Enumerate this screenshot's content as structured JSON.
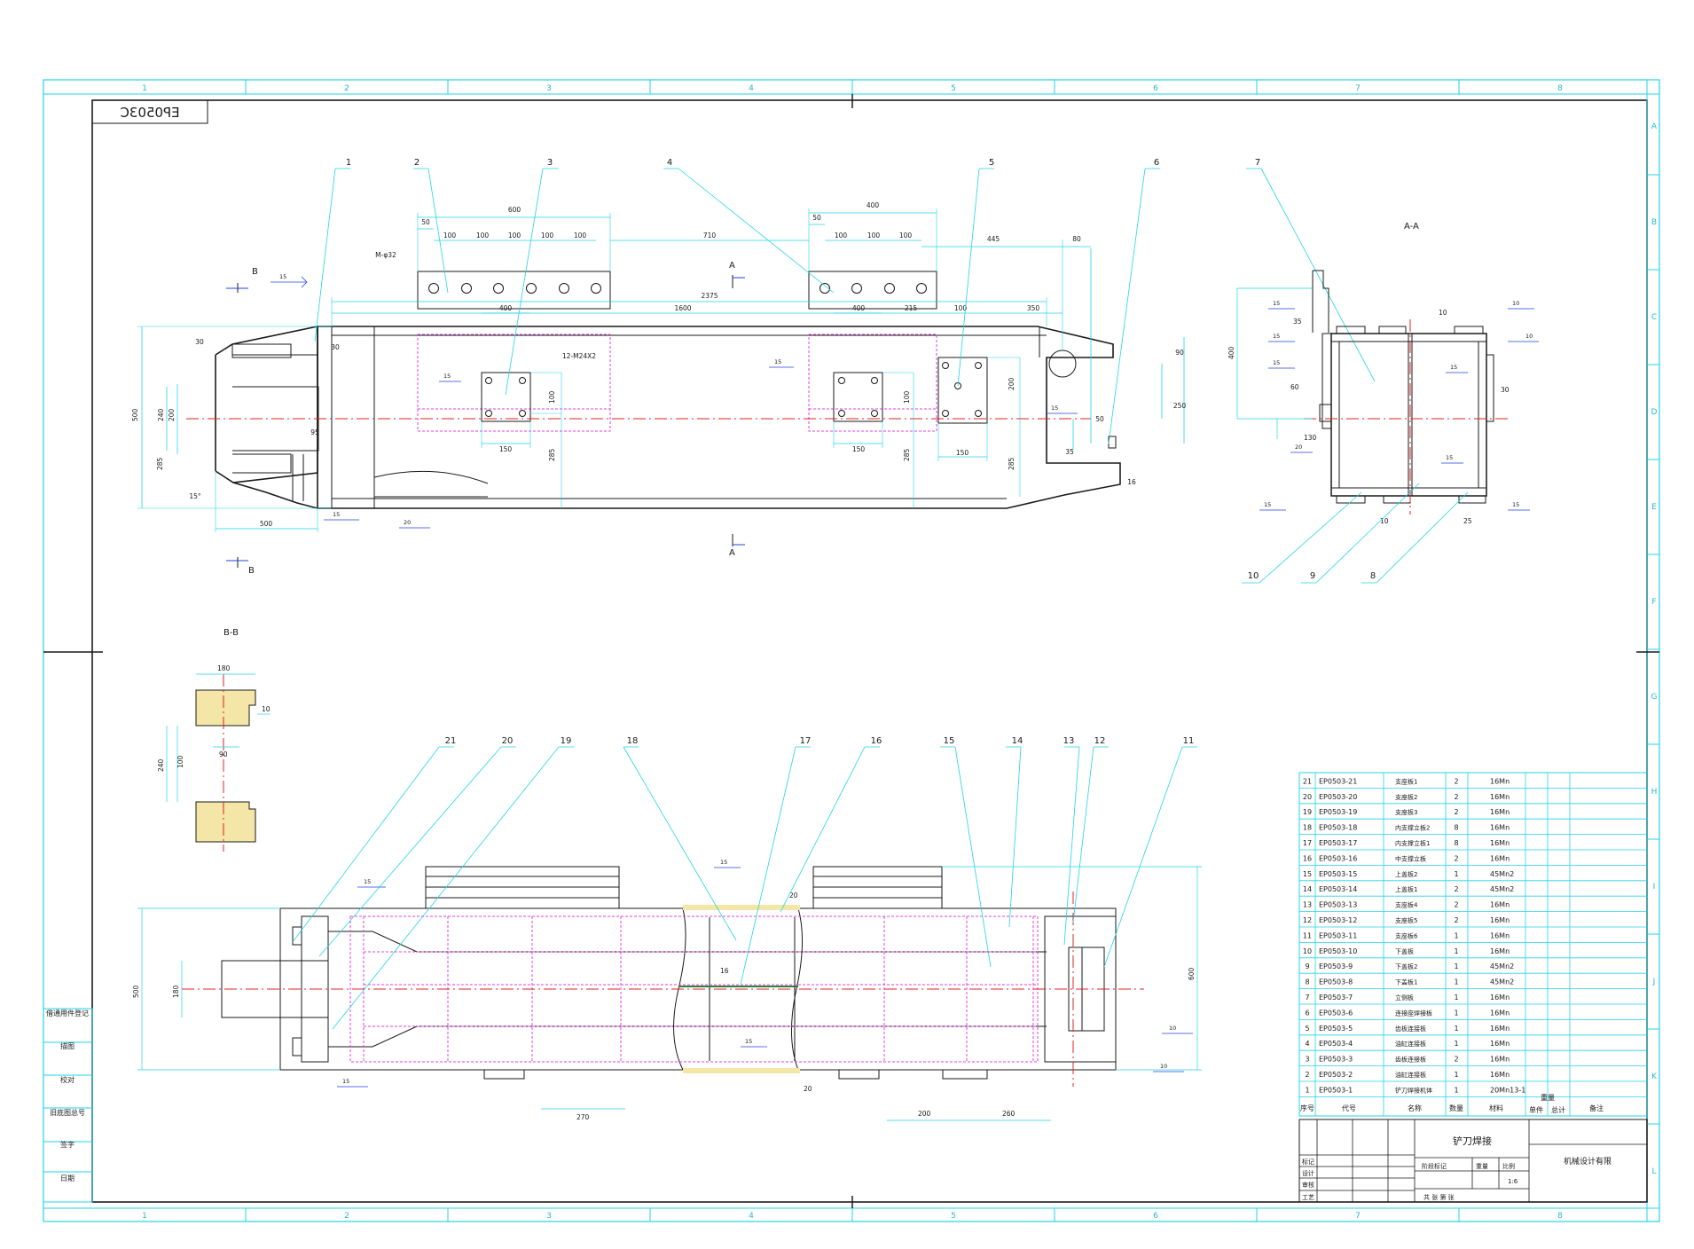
{
  "drawing_code": "EP0503C",
  "border": {
    "columns": [
      "1",
      "2",
      "3",
      "4",
      "5",
      "6",
      "7",
      "8"
    ],
    "rows": [
      "A",
      "B",
      "C",
      "D",
      "E",
      "F",
      "G",
      "H",
      "I",
      "J",
      "K",
      "L"
    ]
  },
  "section_labels": {
    "aa_title": "A-A",
    "bb_title": "B-B",
    "arrow_a": "A",
    "arrow_b": "B"
  },
  "balloons_top": [
    "1",
    "2",
    "3",
    "4",
    "5",
    "6",
    "7"
  ],
  "balloons_bottom": [
    "21",
    "20",
    "19",
    "18",
    "17",
    "16",
    "15",
    "14",
    "13",
    "12",
    "11"
  ],
  "balloons_aa": [
    "10",
    "9",
    "8"
  ],
  "dims_top": {
    "d600a": "600",
    "d50a": "50",
    "d100a": "100",
    "d100b": "100",
    "d100c": "100",
    "d100d": "100",
    "d100e": "100",
    "dM": "M-φ32",
    "d400": "400",
    "d50b": "50",
    "d100f": "100",
    "d100g": "100",
    "d100h": "100",
    "d710": "710",
    "d445": "445",
    "d80": "80",
    "d2375": "2375",
    "d1600": "1600",
    "d350": "350",
    "d400b": "400",
    "d215": "215",
    "d100i": "100",
    "d500": "500",
    "d200": "200",
    "d240": "240",
    "d285": "285",
    "d95": "95",
    "d90": "90",
    "d250": "250",
    "d50c": "50",
    "d35": "35",
    "dholes": "12-M24X2",
    "d150a": "150",
    "d150b": "150",
    "d150c": "150",
    "d15deg": "15°",
    "d30": "30",
    "d16": "16"
  },
  "dims_bottom": {
    "d500": "500",
    "d180": "180",
    "d270": "270",
    "d200": "200",
    "d260": "260",
    "d600": "600",
    "d16": "16",
    "d20": "20"
  },
  "dims_bb": {
    "d180": "180",
    "d10": "10",
    "d240": "240",
    "d100": "100",
    "d90": "90"
  },
  "dims_aa": {
    "d400": "400",
    "d35": "35",
    "d60": "60",
    "d130": "130",
    "d10": "10",
    "d30": "30",
    "d25": "25"
  },
  "weld_sizes": [
    "15",
    "15",
    "15",
    "15",
    "15",
    "20",
    "15",
    "15",
    "20",
    "15",
    "10",
    "10",
    "15",
    "15",
    "15"
  ],
  "bom": {
    "rows": [
      [
        "21",
        "EP0503-21",
        "支座板1",
        "2",
        "16Mn"
      ],
      [
        "20",
        "EP0503-20",
        "支座板2",
        "2",
        "16Mn"
      ],
      [
        "19",
        "EP0503-19",
        "支座板3",
        "2",
        "16Mn"
      ],
      [
        "18",
        "EP0503-18",
        "内支撑立板2",
        "8",
        "16Mn"
      ],
      [
        "17",
        "EP0503-17",
        "内支撑立板1",
        "8",
        "16Mn"
      ],
      [
        "16",
        "EP0503-16",
        "中支撑立板",
        "2",
        "16Mn"
      ],
      [
        "15",
        "EP0503-15",
        "上盖板2",
        "1",
        "45Mn2"
      ],
      [
        "14",
        "EP0503-14",
        "上盖板1",
        "2",
        "45Mn2"
      ],
      [
        "13",
        "EP0503-13",
        "支座板4",
        "2",
        "16Mn"
      ],
      [
        "12",
        "EP0503-12",
        "支座板5",
        "2",
        "16Mn"
      ],
      [
        "11",
        "EP0503-11",
        "支座板6",
        "1",
        "16Mn"
      ],
      [
        "10",
        "EP0503-10",
        "下盖板",
        "1",
        "16Mn"
      ],
      [
        "9",
        "EP0503-9",
        "下盖板2",
        "1",
        "45Mn2"
      ],
      [
        "8",
        "EP0503-8",
        "下盖板1",
        "1",
        "45Mn2"
      ],
      [
        "7",
        "EP0503-7",
        "立侧板",
        "1",
        "16Mn"
      ],
      [
        "6",
        "EP0503-6",
        "连接座焊接板",
        "1",
        "16Mn"
      ],
      [
        "5",
        "EP0503-5",
        "齿板连接板",
        "1",
        "16Mn"
      ],
      [
        "4",
        "EP0503-4",
        "油缸连接板",
        "1",
        "16Mn"
      ],
      [
        "3",
        "EP0503-3",
        "齿板连接板",
        "2",
        "16Mn"
      ],
      [
        "2",
        "EP0503-2",
        "油缸连接板",
        "1",
        "16Mn"
      ],
      [
        "1",
        "EP0503-1",
        "铲刀焊接机体",
        "1",
        "20Mn13-1"
      ]
    ],
    "header": [
      "序号",
      "代号",
      "名称",
      "数量",
      "材料",
      "单件",
      "总计",
      "备注"
    ],
    "weight_header": "重量"
  },
  "title_block": {
    "part_name": "铲刀焊接",
    "company": "机械设计有限",
    "row_labels": [
      "标记",
      "设计",
      "审核",
      "工艺"
    ],
    "mid_labels": [
      "阶段标记",
      "重量",
      "比例"
    ],
    "scale": "1:6",
    "sheet": "共  张  第  张"
  },
  "left_strip": [
    "借通用件登记",
    "描图",
    "校对",
    "旧底图总号",
    "签字",
    "日期"
  ]
}
